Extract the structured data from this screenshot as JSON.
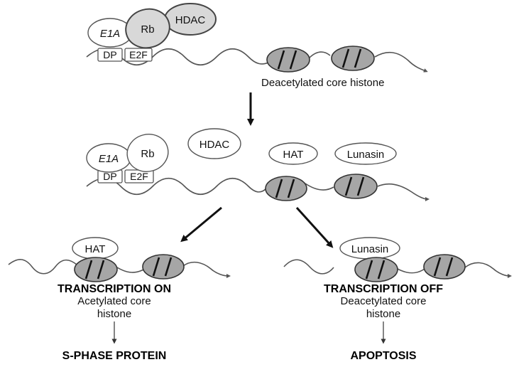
{
  "top": {
    "e1a": "E1A",
    "rb": "Rb",
    "hdac": "HDAC",
    "dp": "DP",
    "e2f": "E2F",
    "histone_caption": "Deacetylated core histone"
  },
  "middle": {
    "e1a": "E1A",
    "rb": "Rb",
    "hdac": "HDAC",
    "hat": "HAT",
    "lunasin": "Lunasin",
    "dp": "DP",
    "e2f": "E2F"
  },
  "left": {
    "hat": "HAT",
    "status": "TRANSCRIPTION ON",
    "caption_line1": "Acetylated core",
    "caption_line2": "histone",
    "result": "S-PHASE PROTEIN"
  },
  "right": {
    "lunasin": "Lunasin",
    "status": "TRANSCRIPTION OFF",
    "caption_line1": "Deacetylated core",
    "caption_line2": "histone",
    "result": "APOPTOSIS"
  },
  "colors": {
    "histone_fill": "#a6a6a6",
    "protein_highlight": "#d8d8d8"
  }
}
